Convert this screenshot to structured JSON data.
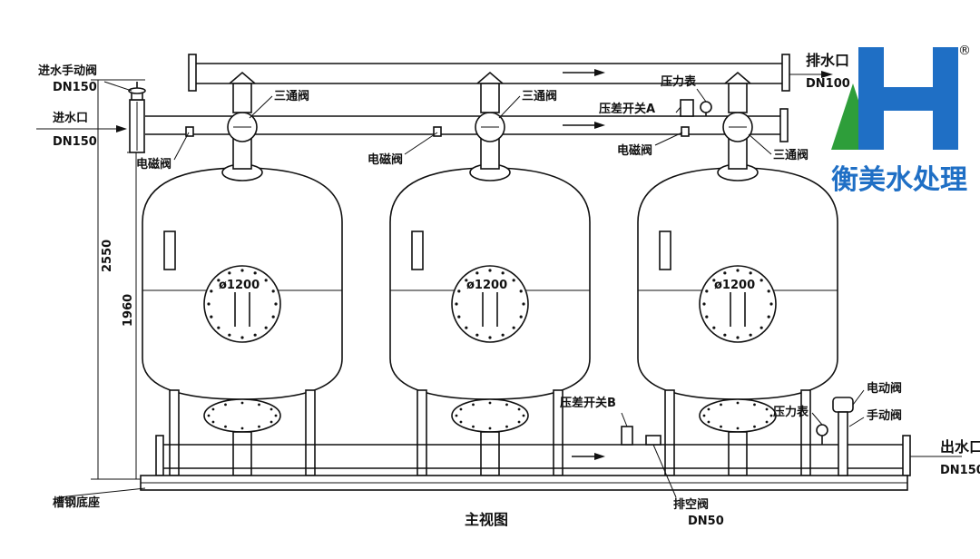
{
  "drawing": {
    "caption": "主视图",
    "labels": {
      "inlet_manual_valve": "进水手动阀",
      "inlet_manual_valve_dn": "DN150",
      "inlet": "进水口",
      "inlet_dn": "DN150",
      "three_way_valve": "三通阀",
      "solenoid_valve": "电磁阀",
      "diff_switch_a": "压差开关A",
      "diff_switch_b": "压差开关B",
      "pressure_gauge": "压力表",
      "drain": "排水口",
      "drain_dn": "DN100",
      "electric_valve": "电动阀",
      "manual_valve": "手动阀",
      "outlet": "出水口",
      "outlet_dn": "DN150",
      "base": "槽钢底座",
      "vent_valve": "排空阀",
      "vent_dn": "DN50",
      "manhole": "ø1200"
    },
    "dimensions": {
      "total_height": "2550",
      "tank_height": "1960"
    }
  },
  "logo": {
    "mark": "H",
    "registered": "®",
    "company": "衡美水处理",
    "colors": {
      "blue": "#1f6fc5",
      "green": "#2e9e3a"
    }
  }
}
